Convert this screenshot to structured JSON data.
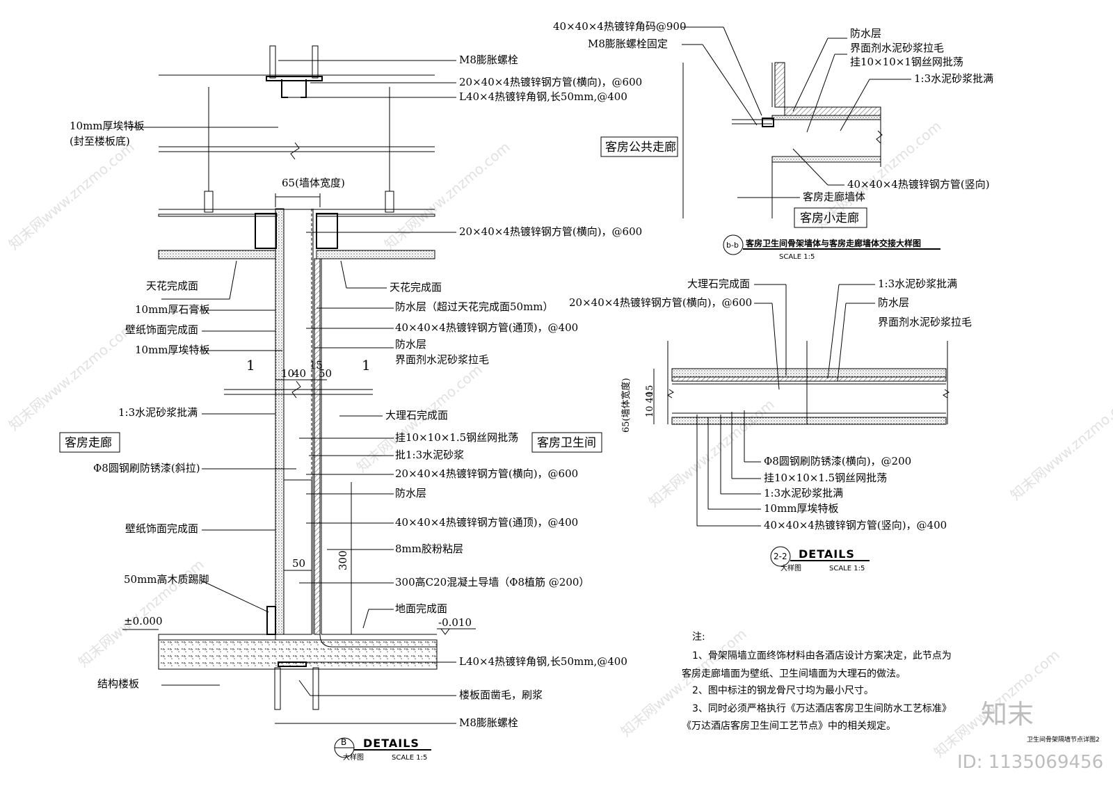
{
  "detail_b": {
    "title": "DETAILS",
    "tag": "B",
    "sub": "大样图",
    "scale": "SCALE  1:5",
    "room_left": "客房走廊",
    "room_right": "客房卫生间",
    "dim_wall": "65(墙体宽度)",
    "dim_10": "10",
    "dim_40": "40",
    "dim_15": "15",
    "dim_50": "50",
    "dim_50b": "50",
    "dim_300": "300",
    "mark_1a": "1",
    "mark_1b": "1",
    "level_0": "±0.000",
    "level_neg": "-0.010",
    "labels_left": [
      "10mm厚埃特板",
      "(封至楼板底)",
      "天花完成面",
      "10mm厚石膏板",
      "壁纸饰面完成面",
      "10mm厚埃特板",
      "1:3水泥砂浆批满",
      "Φ8圆钢刷防锈漆(斜拉)",
      "壁纸饰面完成面",
      "50mm高木质踢脚",
      "结构楼板"
    ],
    "labels_right": [
      "M8膨胀螺栓",
      "20×40×4热镀锌钢方管(横向)，@600",
      "L40×4热镀锌角钢,长50mm,@400",
      "20×40×4热镀锌钢方管(横向)，@600",
      "天花完成面",
      "防水层（超过天花完成面50mm）",
      "40×40×4热镀锌钢方管(通顶)，@400",
      "防水层",
      "界面剂水泥砂浆拉毛",
      "大理石完成面",
      "挂10×10×1.5钢丝网批荡",
      "批1:3水泥砂浆",
      "20×40×4热镀锌钢方管(横向)，@600",
      "防水层",
      "40×40×4热镀锌钢方管(通顶)，@400",
      "8mm胶粉粘层",
      "300高C20混凝土导墙（Φ8植筋 @200）",
      "地面完成面",
      "L40×4热镀锌角钢,长50mm,@400",
      "楼板面凿毛，刷浆",
      "M8膨胀螺栓"
    ]
  },
  "detail_bb": {
    "tag": "b-b",
    "title": "客房卫生间骨架墙体与客房走廊墙体交接大样图",
    "scale": "SCALE  1:5",
    "room_a": "客房公共走廊",
    "room_b": "客房小走廊",
    "labels": [
      "40×40×4热镀锌角码@900",
      "M8膨胀螺栓固定",
      "防水层",
      "界面剂水泥砂浆拉毛",
      "挂10×10×1钢丝网批荡",
      "1:3水泥砂浆批满",
      "40×40×4热镀锌钢方管(竖向)",
      "客房走廊墙体"
    ]
  },
  "detail_22": {
    "tag": "2-2",
    "title": "DETAILS",
    "sub": "大样图",
    "scale": "SCALE  1:5",
    "dim_wall": "65(墙体宽度)",
    "dim_40": "10 40",
    "dim_15": "15",
    "labels": [
      "大理石完成面",
      "20×40×4热镀锌钢方管(横向)，@600",
      "1:3水泥砂浆批满",
      "防水层",
      "界面剂水泥砂浆拉毛",
      "Φ8圆钢刷防锈漆(横向)，@200",
      "挂10×10×1.5钢丝网批荡",
      "1:3水泥砂浆批满",
      "10mm厚埃特板",
      "40×40×4热镀锌钢方管(竖向)，@400"
    ]
  },
  "notes": {
    "head": "注:",
    "lines": [
      "1、骨架隔墙立面终饰材料由各酒店设计方案决定，此节点为",
      "客房走廊墙面为壁纸、卫生间墙面为大理石的做法。",
      "2、图中标注的钢龙骨尺寸均为最小尺寸。",
      "3、同时必须严格执行《万达酒店客房卫生间防水工艺标准》",
      "《万达酒店客房卫生间工艺节点》中的相关规定。"
    ]
  },
  "sheet_caption": "卫生间骨架隔墙节点详图2",
  "watermark": {
    "text": "知末网www.znzmo.com",
    "logo": "知末",
    "id": "ID: 1135069456"
  }
}
